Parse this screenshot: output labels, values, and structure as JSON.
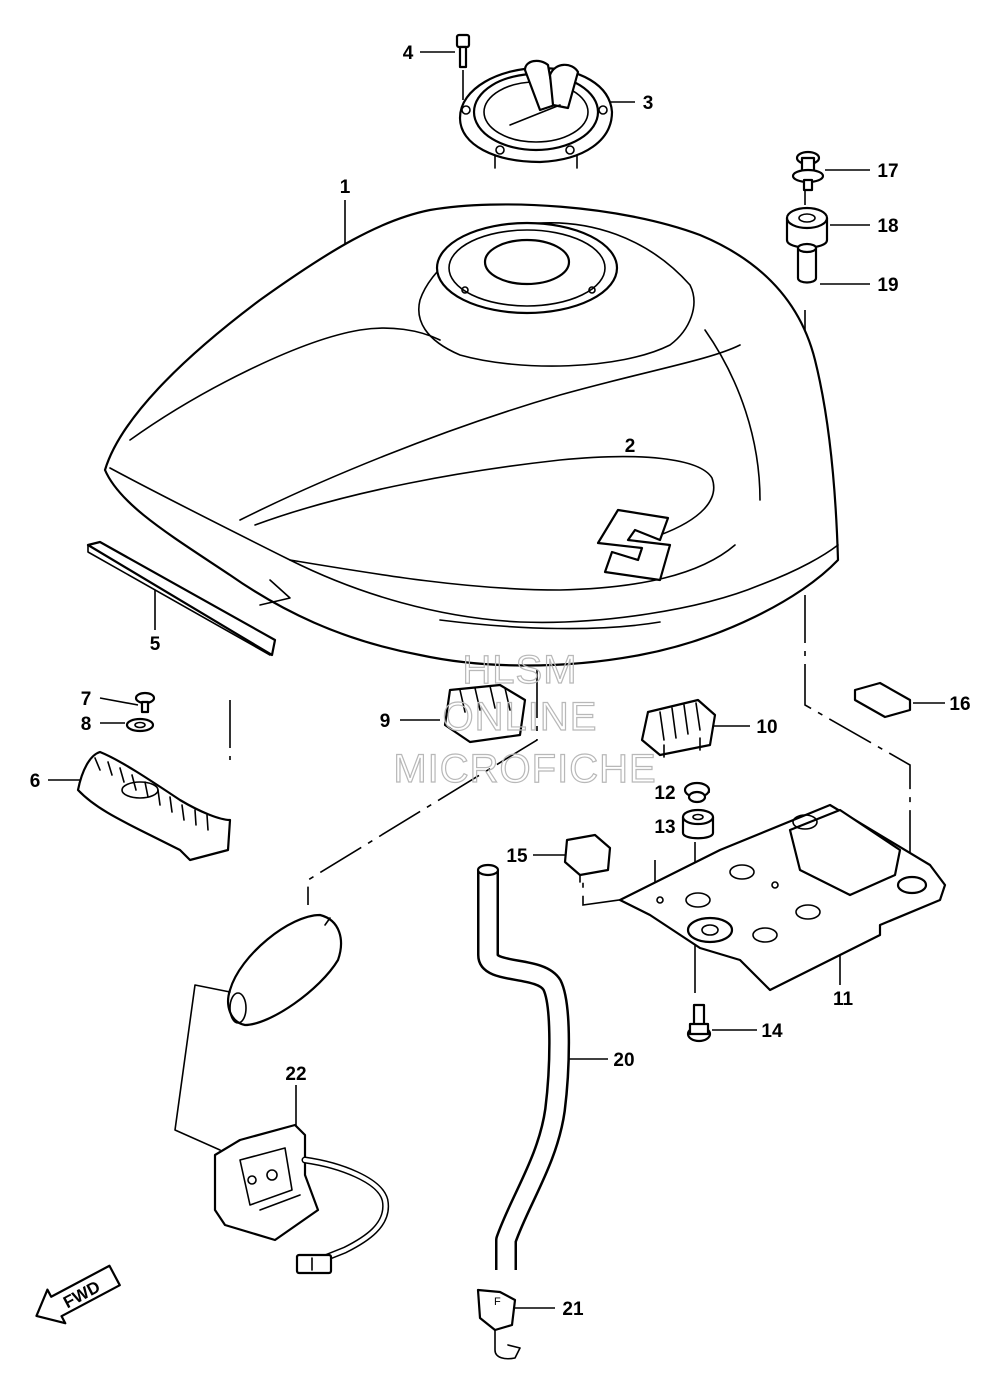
{
  "callouts": [
    "1",
    "2",
    "3",
    "4",
    "5",
    "6",
    "7",
    "8",
    "9",
    "10",
    "11",
    "12",
    "13",
    "14",
    "15",
    "16",
    "17",
    "18",
    "19",
    "20",
    "21",
    "22"
  ],
  "watermark": {
    "line1": "HLSM",
    "line2": "ONLINE",
    "line3": "MICROFICHE"
  },
  "direction_badge": {
    "label": "FWD"
  },
  "icons": [
    "fuel-tank",
    "tank-emblem",
    "fuel-cap",
    "cap-bolt",
    "cushion-strip",
    "heat-shield",
    "screw",
    "washer",
    "cushion-block",
    "cushion-block",
    "tank-bracket",
    "grommet",
    "damper",
    "bolt",
    "clip",
    "cushion-pad",
    "bolt",
    "rubber-mount",
    "collar",
    "breather-hose",
    "hose-clip",
    "fuel-level-gauge"
  ]
}
